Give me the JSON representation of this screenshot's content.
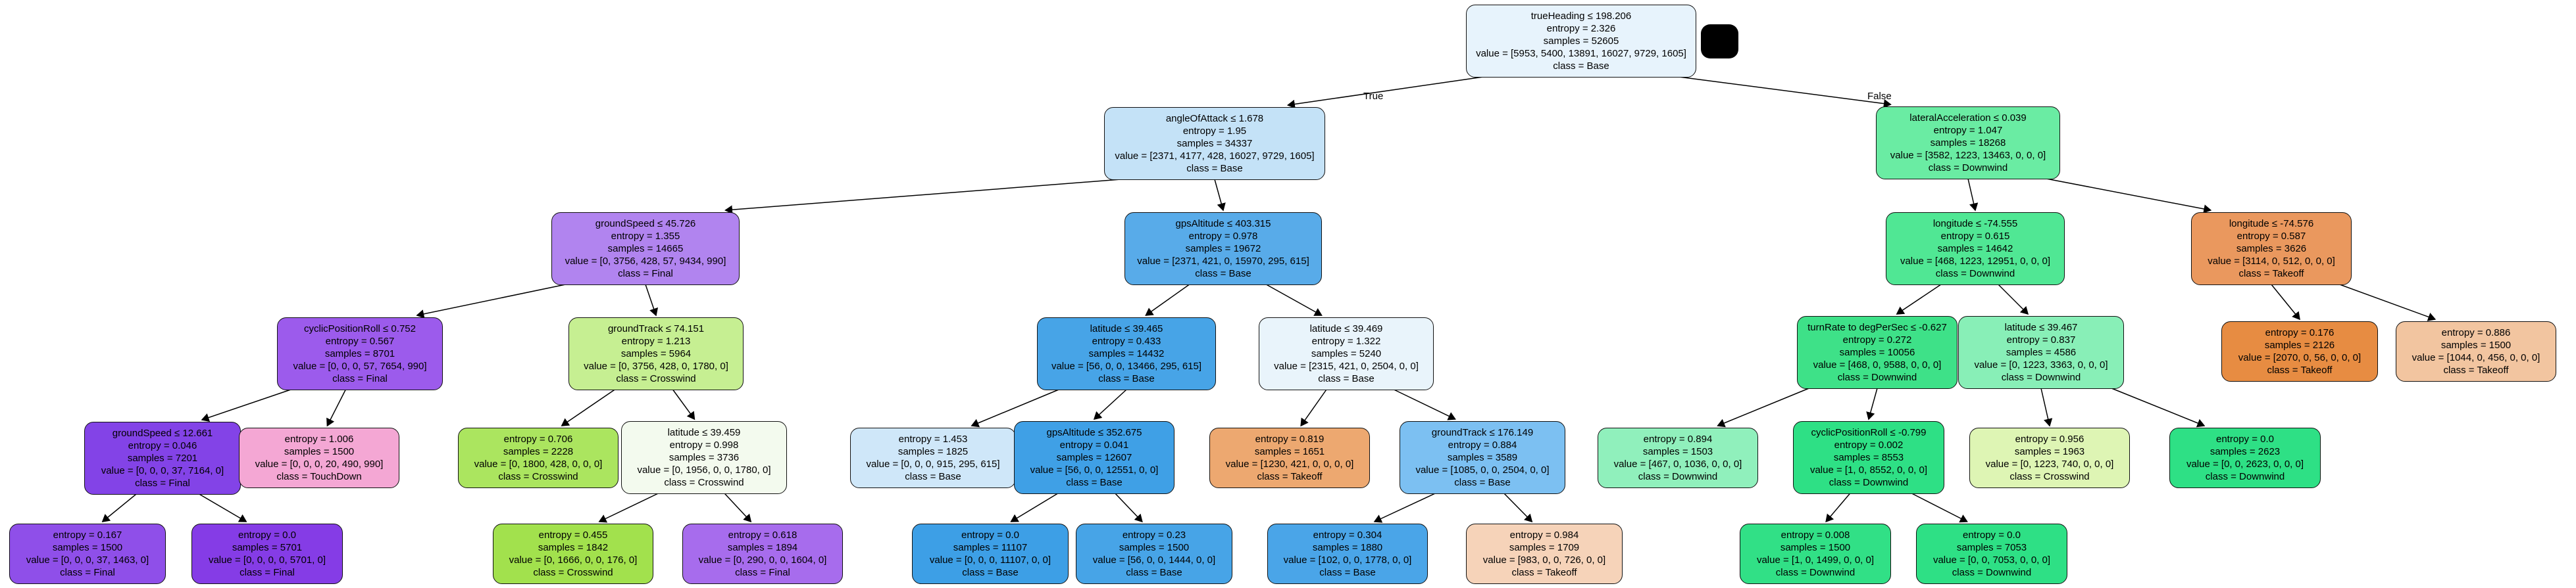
{
  "diagram_type": "decision-tree",
  "edge_labels": {
    "true_label": "True",
    "false_label": "False"
  },
  "class_colors": {
    "Takeoff": "#e78c42",
    "Crosswind": "#a2e14d",
    "Downwind": "#2ee085",
    "Base": "#3d9fe6",
    "Final": "#853ce6",
    "TouchDown": "#f4a7d4"
  },
  "nodes": [
    {
      "id": "root-trueheading",
      "color": "#e7f3fc",
      "lines": [
        "trueHeading ≤ 198.206",
        "entropy = 2.326",
        "samples = 52605",
        "value = [5953, 5400, 13891, 16027, 9729, 1605]",
        "class = Base"
      ]
    },
    {
      "id": "angleofattack",
      "color": "#c4e2f7",
      "lines": [
        "angleOfAttack ≤ 1.678",
        "entropy = 1.95",
        "samples = 34337",
        "value = [2371, 4177, 428, 16027, 9729, 1605]",
        "class = Base"
      ]
    },
    {
      "id": "lateralacceleration",
      "color": "#6aeca3",
      "lines": [
        "lateralAcceleration ≤ 0.039",
        "entropy = 1.047",
        "samples = 18268",
        "value = [3582, 1223, 13463, 0, 0, 0]",
        "class = Downwind"
      ]
    },
    {
      "id": "groundspeed-45-726",
      "color": "#b184ef",
      "lines": [
        "groundSpeed ≤ 45.726",
        "entropy = 1.355",
        "samples = 14665",
        "value = [0, 3756, 428, 57, 9434, 990]",
        "class = Final"
      ]
    },
    {
      "id": "gpsaltitude-403-315",
      "color": "#58abe9",
      "lines": [
        "gpsAltitude ≤ 403.315",
        "entropy = 0.978",
        "samples = 19672",
        "value = [2371, 421, 0, 15970, 295, 615]",
        "class = Base"
      ]
    },
    {
      "id": "longitude-74-555",
      "color": "#50e794",
      "lines": [
        "longitude ≤ -74.555",
        "entropy = 0.615",
        "samples = 14642",
        "value = [468, 1223, 12951, 0, 0, 0]",
        "class = Downwind"
      ]
    },
    {
      "id": "longitude-74-576",
      "color": "#ea985e",
      "lines": [
        "longitude ≤ -74.576",
        "entropy = 0.587",
        "samples = 3626",
        "value = [3114, 0, 512, 0, 0, 0]",
        "class = Takeoff"
      ]
    },
    {
      "id": "cyclicpositionroll-0-752",
      "color": "#9c5bec",
      "lines": [
        "cyclicPositionRoll ≤ 0.752",
        "entropy = 0.567",
        "samples = 8701",
        "value = [0, 0, 0, 57, 7654, 990]",
        "class = Final"
      ]
    },
    {
      "id": "groundtrack-74-151",
      "color": "#c6ef92",
      "lines": [
        "groundTrack ≤ 74.151",
        "entropy = 1.213",
        "samples = 5964",
        "value = [0, 3756, 428, 0, 1780, 0]",
        "class = Crosswind"
      ]
    },
    {
      "id": "latitude-39-465",
      "color": "#47a4e7",
      "lines": [
        "latitude ≤ 39.465",
        "entropy = 0.433",
        "samples = 14432",
        "value = [56, 0, 0, 13466, 295, 615]",
        "class = Base"
      ]
    },
    {
      "id": "latitude-39-469",
      "color": "#e9f4fb",
      "lines": [
        "latitude ≤ 39.469",
        "entropy = 1.322",
        "samples = 5240",
        "value = [2315, 421, 0, 2504, 0, 0]",
        "class = Base"
      ]
    },
    {
      "id": "turnrate-degpersec",
      "color": "#3ee188",
      "lines": [
        "turnRate to degPerSec ≤ -0.627",
        "entropy = 0.272",
        "samples = 10056",
        "value = [468, 0, 9588, 0, 0, 0]",
        "class = Downwind"
      ]
    },
    {
      "id": "latitude-39-467",
      "color": "#88efb7",
      "lines": [
        "latitude ≤ 39.467",
        "entropy = 0.837",
        "samples = 4586",
        "value = [0, 1223, 3363, 0, 0, 0]",
        "class = Downwind"
      ]
    },
    {
      "id": "leaf-takeoff-2126",
      "color": "#e78c42",
      "lines": [
        "entropy = 0.176",
        "samples = 2126",
        "value = [2070, 0, 56, 0, 0, 0]",
        "class = Takeoff"
      ]
    },
    {
      "id": "leaf-takeoff-1500",
      "color": "#f2c5a0",
      "lines": [
        "entropy = 0.886",
        "samples = 1500",
        "value = [1044, 0, 456, 0, 0, 0]",
        "class = Takeoff"
      ]
    },
    {
      "id": "groundspeed-12-661",
      "color": "#8343e7",
      "lines": [
        "groundSpeed ≤ 12.661",
        "entropy = 0.046",
        "samples = 7201",
        "value = [0, 0, 0, 37, 7164, 0]",
        "class = Final"
      ]
    },
    {
      "id": "leaf-touchdown-1500",
      "color": "#f4a7d4",
      "lines": [
        "entropy = 1.006",
        "samples = 1500",
        "value = [0, 0, 0, 20, 490, 990]",
        "class = TouchDown"
      ]
    },
    {
      "id": "leaf-crosswind-2228",
      "color": "#abe55f",
      "lines": [
        "entropy = 0.706",
        "samples = 2228",
        "value = [0, 1800, 428, 0, 0, 0]",
        "class = Crosswind"
      ]
    },
    {
      "id": "latitude-39-459",
      "color": "#f3faee",
      "lines": [
        "latitude ≤ 39.459",
        "entropy = 0.998",
        "samples = 3736",
        "value = [0, 1956, 0, 0, 1780, 0]",
        "class = Crosswind"
      ]
    },
    {
      "id": "leaf-base-1825",
      "color": "#cfe7f9",
      "lines": [
        "entropy = 1.453",
        "samples = 1825",
        "value = [0, 0, 0, 915, 295, 615]",
        "class = Base"
      ]
    },
    {
      "id": "gpsaltitude-352-675",
      "color": "#3fa0e6",
      "lines": [
        "gpsAltitude ≤ 352.675",
        "entropy = 0.041",
        "samples = 12607",
        "value = [56, 0, 0, 12551, 0, 0]",
        "class = Base"
      ]
    },
    {
      "id": "leaf-takeoff-1651",
      "color": "#eda870",
      "lines": [
        "entropy = 0.819",
        "samples = 1651",
        "value = [1230, 421, 0, 0, 0, 0]",
        "class = Takeoff"
      ]
    },
    {
      "id": "groundtrack-176-149",
      "color": "#7cc0f2",
      "lines": [
        "groundTrack ≤ 176.149",
        "entropy = 0.884",
        "samples = 3589",
        "value = [1085, 0, 0, 2504, 0, 0]",
        "class = Base"
      ]
    },
    {
      "id": "leaf-downwind-1503",
      "color": "#90f0bc",
      "lines": [
        "entropy = 0.894",
        "samples = 1503",
        "value = [467, 0, 1036, 0, 0, 0]",
        "class = Downwind"
      ]
    },
    {
      "id": "cyclicpositionroll-neg-0-799",
      "color": "#2ee085",
      "lines": [
        "cyclicPositionRoll ≤ -0.799",
        "entropy = 0.002",
        "samples = 8553",
        "value = [1, 0, 8552, 0, 0, 0]",
        "class = Downwind"
      ]
    },
    {
      "id": "leaf-crosswind-1963",
      "color": "#def5b4",
      "lines": [
        "entropy = 0.956",
        "samples = 1963",
        "value = [0, 1223, 740, 0, 0, 0]",
        "class = Crosswind"
      ]
    },
    {
      "id": "leaf-downwind-2623",
      "color": "#2ee085",
      "lines": [
        "entropy = 0.0",
        "samples = 2623",
        "value = [0, 0, 2623, 0, 0, 0]",
        "class = Downwind"
      ]
    },
    {
      "id": "leaf-final-1500",
      "color": "#8f4fe9",
      "lines": [
        "entropy = 0.167",
        "samples = 1500",
        "value = [0, 0, 0, 37, 1463, 0]",
        "class = Final"
      ]
    },
    {
      "id": "leaf-final-5701",
      "color": "#853ce6",
      "lines": [
        "entropy = 0.0",
        "samples = 5701",
        "value = [0, 0, 0, 0, 5701, 0]",
        "class = Final"
      ]
    },
    {
      "id": "leaf-crosswind-1842",
      "color": "#a2e14d",
      "lines": [
        "entropy = 0.455",
        "samples = 1842",
        "value = [0, 1666, 0, 0, 176, 0]",
        "class = Crosswind"
      ]
    },
    {
      "id": "leaf-final-1894",
      "color": "#a76ced",
      "lines": [
        "entropy = 0.618",
        "samples = 1894",
        "value = [0, 290, 0, 0, 1604, 0]",
        "class = Final"
      ]
    },
    {
      "id": "leaf-base-11107",
      "color": "#3d9fe6",
      "lines": [
        "entropy = 0.0",
        "samples = 11107",
        "value = [0, 0, 0, 11107, 0, 0]",
        "class = Base"
      ]
    },
    {
      "id": "leaf-base-1500",
      "color": "#47a4e7",
      "lines": [
        "entropy = 0.23",
        "samples = 1500",
        "value = [56, 0, 0, 1444, 0, 0]",
        "class = Base"
      ]
    },
    {
      "id": "leaf-base-1880",
      "color": "#4aa5e8",
      "lines": [
        "entropy = 0.304",
        "samples = 1880",
        "value = [102, 0, 0, 1778, 0, 0]",
        "class = Base"
      ]
    },
    {
      "id": "leaf-takeoff-1709",
      "color": "#f6d3b9",
      "lines": [
        "entropy = 0.984",
        "samples = 1709",
        "value = [983, 0, 0, 726, 0, 0]",
        "class = Takeoff"
      ]
    },
    {
      "id": "leaf-downwind-1500",
      "color": "#31e086",
      "lines": [
        "entropy = 0.008",
        "samples = 1500",
        "value = [1, 0, 1499, 0, 0, 0]",
        "class = Downwind"
      ]
    },
    {
      "id": "leaf-downwind-7053",
      "color": "#2ee085",
      "lines": [
        "entropy = 0.0",
        "samples = 7053",
        "value = [0, 0, 7053, 0, 0, 0]",
        "class = Downwind"
      ]
    }
  ],
  "edges": [
    {
      "from": "root-trueheading",
      "to": "angleofattack",
      "label": "True"
    },
    {
      "from": "root-trueheading",
      "to": "lateralacceleration",
      "label": "False"
    },
    {
      "from": "angleofattack",
      "to": "groundspeed-45-726"
    },
    {
      "from": "angleofattack",
      "to": "gpsaltitude-403-315"
    },
    {
      "from": "lateralacceleration",
      "to": "longitude-74-555"
    },
    {
      "from": "lateralacceleration",
      "to": "longitude-74-576"
    },
    {
      "from": "groundspeed-45-726",
      "to": "cyclicpositionroll-0-752"
    },
    {
      "from": "groundspeed-45-726",
      "to": "groundtrack-74-151"
    },
    {
      "from": "gpsaltitude-403-315",
      "to": "latitude-39-465"
    },
    {
      "from": "gpsaltitude-403-315",
      "to": "latitude-39-469"
    },
    {
      "from": "longitude-74-555",
      "to": "turnrate-degpersec"
    },
    {
      "from": "longitude-74-555",
      "to": "latitude-39-467"
    },
    {
      "from": "longitude-74-576",
      "to": "leaf-takeoff-2126"
    },
    {
      "from": "longitude-74-576",
      "to": "leaf-takeoff-1500"
    },
    {
      "from": "cyclicpositionroll-0-752",
      "to": "groundspeed-12-661"
    },
    {
      "from": "cyclicpositionroll-0-752",
      "to": "leaf-touchdown-1500"
    },
    {
      "from": "groundtrack-74-151",
      "to": "leaf-crosswind-2228"
    },
    {
      "from": "groundtrack-74-151",
      "to": "latitude-39-459"
    },
    {
      "from": "latitude-39-465",
      "to": "leaf-base-1825"
    },
    {
      "from": "latitude-39-465",
      "to": "gpsaltitude-352-675"
    },
    {
      "from": "latitude-39-469",
      "to": "leaf-takeoff-1651"
    },
    {
      "from": "latitude-39-469",
      "to": "groundtrack-176-149"
    },
    {
      "from": "turnrate-degpersec",
      "to": "leaf-downwind-1503"
    },
    {
      "from": "turnrate-degpersec",
      "to": "cyclicpositionroll-neg-0-799"
    },
    {
      "from": "latitude-39-467",
      "to": "leaf-crosswind-1963"
    },
    {
      "from": "latitude-39-467",
      "to": "leaf-downwind-2623"
    },
    {
      "from": "groundspeed-12-661",
      "to": "leaf-final-1500"
    },
    {
      "from": "groundspeed-12-661",
      "to": "leaf-final-5701"
    },
    {
      "from": "latitude-39-459",
      "to": "leaf-crosswind-1842"
    },
    {
      "from": "latitude-39-459",
      "to": "leaf-final-1894"
    },
    {
      "from": "gpsaltitude-352-675",
      "to": "leaf-base-11107"
    },
    {
      "from": "gpsaltitude-352-675",
      "to": "leaf-base-1500"
    },
    {
      "from": "groundtrack-176-149",
      "to": "leaf-base-1880"
    },
    {
      "from": "groundtrack-176-149",
      "to": "leaf-takeoff-1709"
    },
    {
      "from": "cyclicpositionroll-neg-0-799",
      "to": "leaf-downwind-1500"
    },
    {
      "from": "cyclicpositionroll-neg-0-799",
      "to": "leaf-downwind-7053"
    }
  ]
}
